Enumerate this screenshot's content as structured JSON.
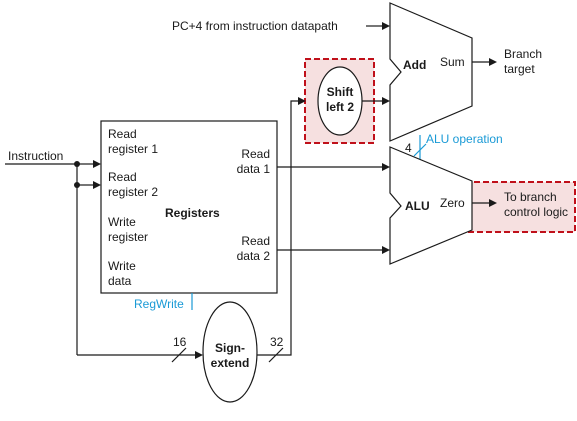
{
  "labels": {
    "pc4": "PC+4 from instruction datapath",
    "add": "Add",
    "sum": "Sum",
    "branch_target_1": "Branch",
    "branch_target_2": "target",
    "shift_1": "Shift",
    "shift_2": "left 2",
    "alu_op_width": "4",
    "alu_operation": "ALU operation",
    "alu": "ALU",
    "zero": "Zero",
    "to_branch_1": "To branch",
    "to_branch_2": "control logic",
    "instruction": "Instruction",
    "read_register_1a": "Read",
    "read_register_1b": "register 1",
    "read_register_2a": "Read",
    "read_register_2b": "register 2",
    "write_register_a": "Write",
    "write_register_b": "register",
    "write_data_a": "Write",
    "write_data_b": "data",
    "registers": "Registers",
    "read_data_1a": "Read",
    "read_data_1b": "data 1",
    "read_data_2a": "Read",
    "read_data_2b": "data 2",
    "regwrite": "RegWrite",
    "width_16": "16",
    "width_32": "32",
    "sign_1": "Sign-",
    "sign_2": "extend"
  },
  "colors": {
    "wire": "#1a1a1a",
    "control": "#1a9ad6",
    "highlight_stroke": "#c0101a",
    "highlight_fill": "#f3d6d6"
  }
}
